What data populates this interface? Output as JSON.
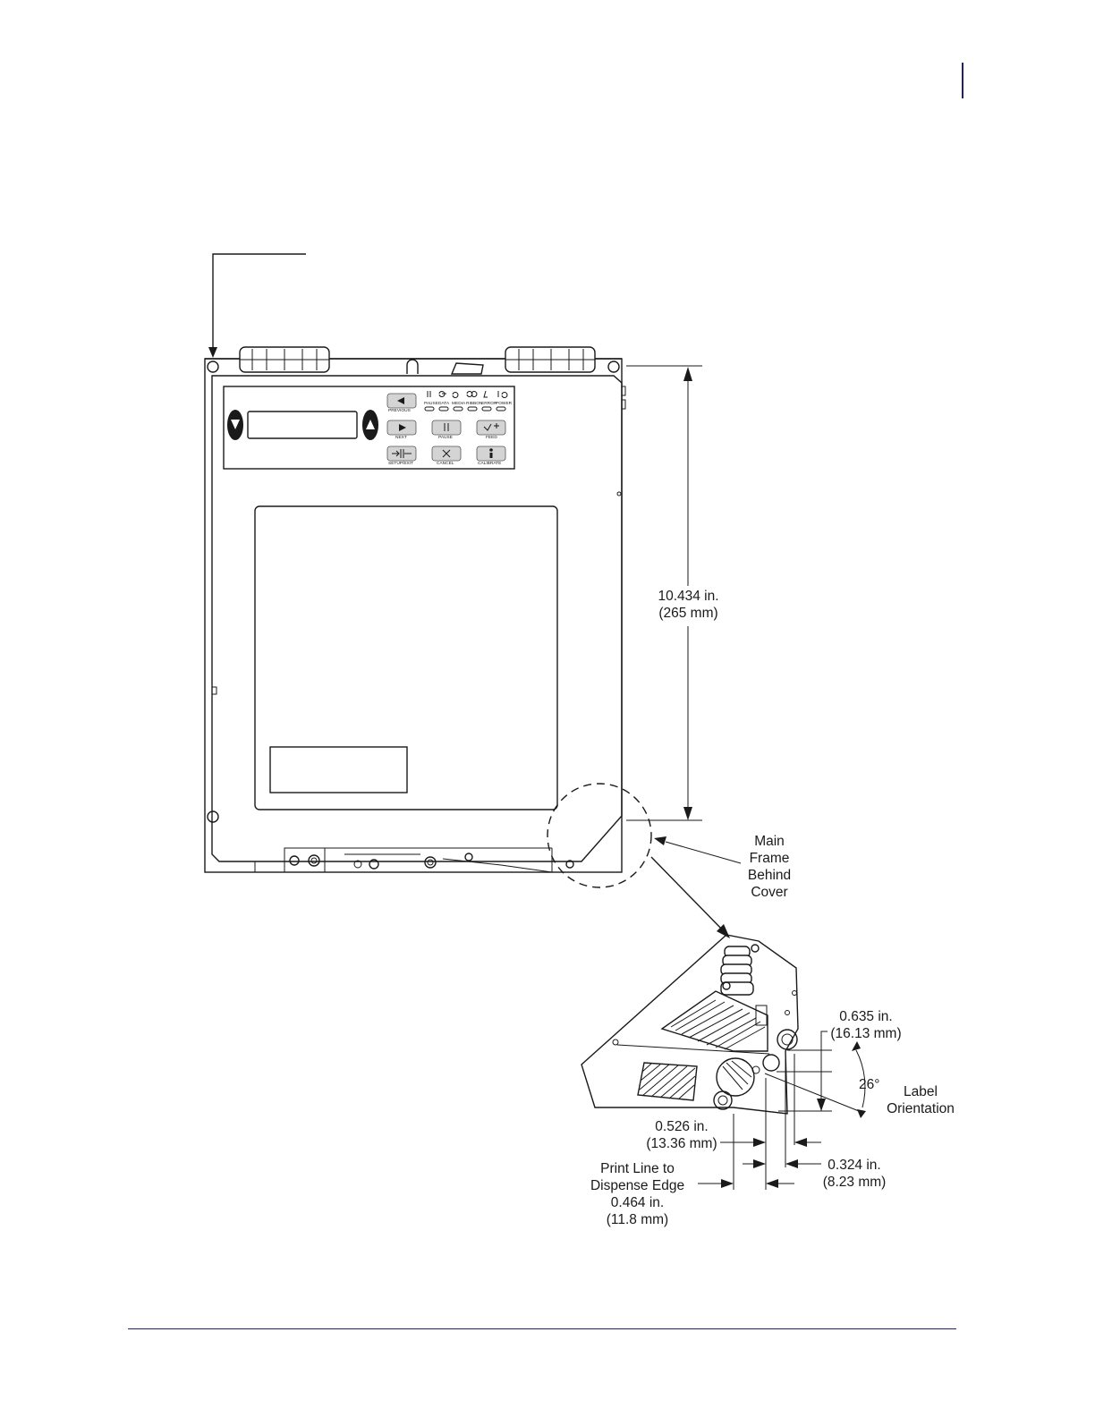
{
  "panel": {
    "leds": [
      "PAUSE",
      "DATA",
      "MEDIA",
      "RIBBON",
      "ERROR",
      "POWER"
    ],
    "buttons": [
      "PREVIOUS",
      "NEXT",
      "PAUSE",
      "FEED",
      "SETUP/EXIT",
      "CANCEL",
      "CALIBRATE"
    ]
  },
  "labels": {
    "height_in": "10.434 in.",
    "height_mm": "(265 mm)",
    "main_frame": [
      "Main",
      "Frame",
      "Behind",
      "Cover"
    ],
    "dim_0635_in": "0.635 in.",
    "dim_0635_mm": "(16.13 mm)",
    "angle": "26°",
    "label_orientation": [
      "Label",
      "Orientation"
    ],
    "dim_0526_in": "0.526 in.",
    "dim_0526_mm": "(13.36 mm)",
    "dim_0324_in": "0.324 in.",
    "dim_0324_mm": "(8.23 mm)",
    "print_line": [
      "Print Line to",
      "Dispense Edge"
    ],
    "dim_0464_in": "0.464 in.",
    "dim_0464_mm": "(11.8 mm)"
  },
  "colors": {
    "rule": "#22206b",
    "ink": "#1a1a1a"
  }
}
